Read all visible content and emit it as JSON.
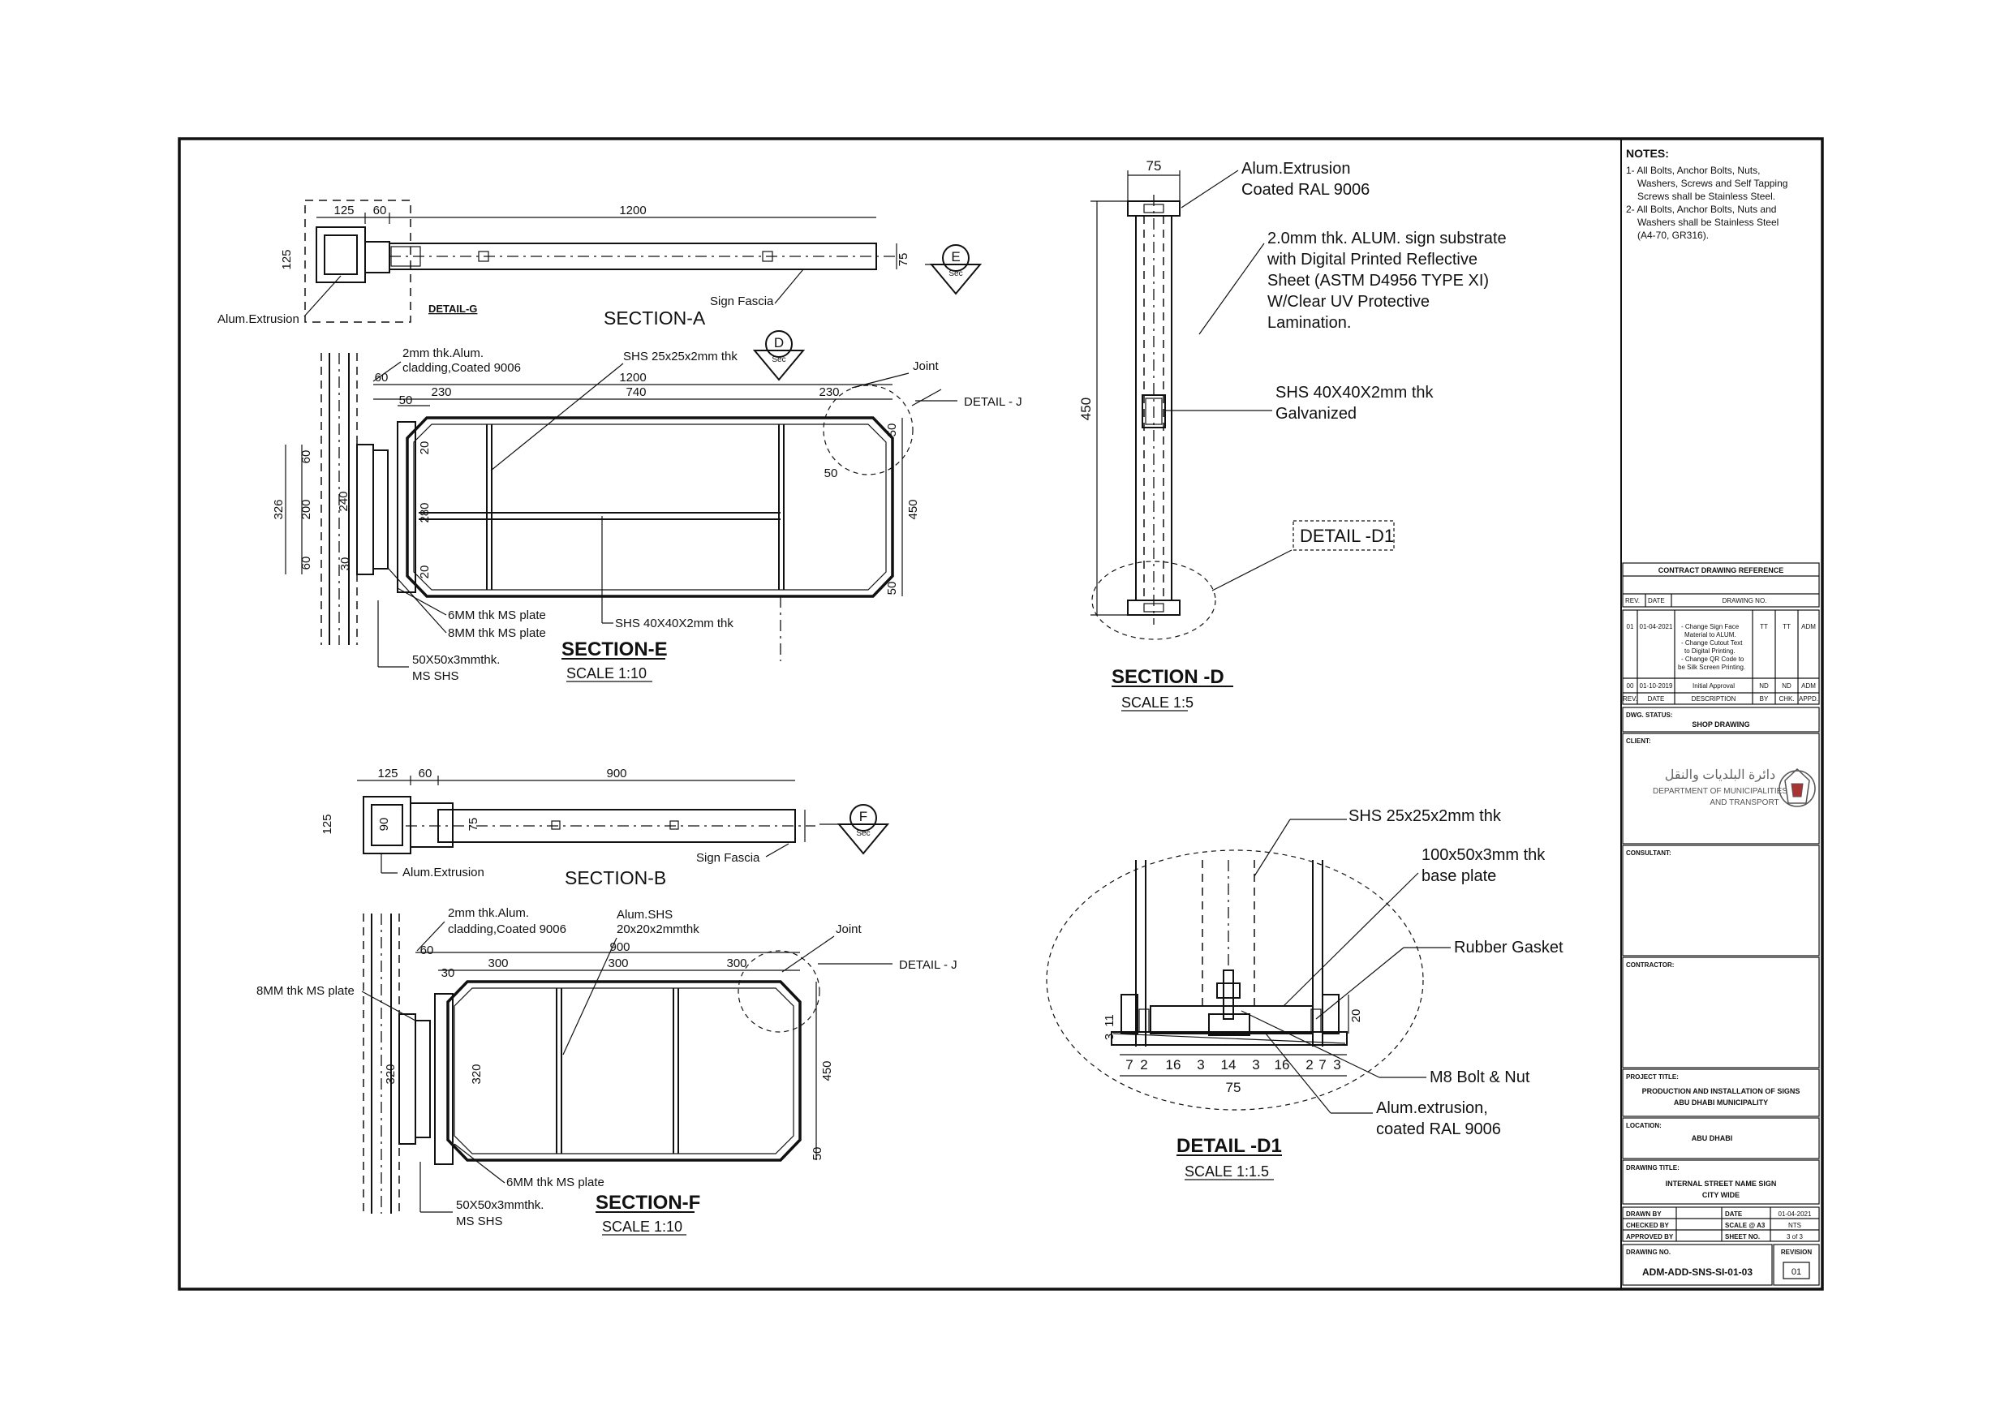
{
  "notes": {
    "heading": "NOTES:",
    "lines": [
      "1- All Bolts, Anchor Bolts, Nuts,",
      "Washers, Screws and Self Tapping",
      "Screws shall be Stainless Steel.",
      "2- All Bolts, Anchor Bolts, Nuts and",
      "Washers shall be Stainless Steel",
      "(A4-70, GR316)."
    ]
  },
  "section_a": {
    "title": "SECTION-A",
    "dims": {
      "d125": "125",
      "d60": "60",
      "d1200": "1200",
      "d125v": "125",
      "d75": "75"
    },
    "labels": {
      "alum_extrusion": "Alum.Extrusion",
      "detail_g": "DETAIL-G",
      "sign_fascia": "Sign Fascia",
      "marker_letter": "E",
      "marker_sub": "Sec"
    }
  },
  "section_e": {
    "title": "SECTION-E",
    "scale": "SCALE 1:10",
    "dims": {
      "d60": "60",
      "d1200": "1200",
      "d230a": "230",
      "d740": "740",
      "d230b": "230",
      "d50a": "50",
      "d50b": "50",
      "d50c": "50",
      "d50d": "50",
      "d326": "326",
      "d200": "200",
      "d240": "240",
      "d60a": "60",
      "d60b": "60",
      "d20a": "20",
      "d20b": "20",
      "d280": "280",
      "d30": "30",
      "d450": "450"
    },
    "labels": {
      "cladding_1": "2mm thk.Alum.",
      "cladding_2": "cladding,Coated 9006",
      "shs25": "SHS 25x25x2mm thk",
      "joint": "Joint",
      "detail_j": "DETAIL - J",
      "plate1": "6MM thk MS plate",
      "plate2": "8MM thk MS plate",
      "shs40": "SHS 40X40X2mm thk",
      "shs50_1": "50X50x3mmthk.",
      "shs50_2": "MS SHS",
      "marker_letter": "D",
      "marker_sub": "Sec"
    }
  },
  "section_b": {
    "title": "SECTION-B",
    "dims": {
      "d125": "125",
      "d60": "60",
      "d900": "900",
      "d125v": "125",
      "d90": "90",
      "d75": "75"
    },
    "labels": {
      "alum_extrusion": "Alum.Extrusion",
      "sign_fascia": "Sign Fascia",
      "marker_letter": "F",
      "marker_sub": "Sec"
    }
  },
  "section_f": {
    "title": "SECTION-F",
    "scale": "SCALE 1:10",
    "dims": {
      "d60": "60",
      "d900": "900",
      "d30": "30",
      "d300a": "300",
      "d300b": "300",
      "d300c": "300",
      "d320a": "320",
      "d320b": "320",
      "d450": "450",
      "d50": "50"
    },
    "labels": {
      "cladding_1": "2mm thk.Alum.",
      "cladding_2": "cladding,Coated 9006",
      "alum_shs_1": "Alum.SHS",
      "alum_shs_2": "20x20x2mmthk",
      "joint": "Joint",
      "detail_j": "DETAIL - J",
      "plate8": "8MM thk MS plate",
      "plate6": "6MM thk MS plate",
      "shs50_1": "50X50x3mmthk.",
      "shs50_2": "MS SHS"
    }
  },
  "section_d": {
    "title": "SECTION -D",
    "scale": "SCALE 1:5",
    "dims": {
      "d75": "75",
      "d450": "450"
    },
    "labels": {
      "extr_1": "Alum.Extrusion",
      "extr_2": "Coated RAL 9006",
      "sub_1": "2.0mm thk. ALUM. sign substrate",
      "sub_2": "with Digital Printed Reflective",
      "sub_3": "Sheet (ASTM D4956 TYPE XI)",
      "sub_4": "W/Clear UV Protective",
      "sub_5": "Lamination.",
      "shs_1": "SHS 40X40X2mm thk",
      "shs_2": "Galvanized",
      "detail_d1": "DETAIL -D1"
    }
  },
  "detail_d1": {
    "title": "DETAIL -D1",
    "scale": "SCALE 1:1.5",
    "dims": {
      "d3": "3",
      "d11": "11",
      "d20": "20",
      "d75": "75",
      "row": [
        "7",
        "2",
        "16",
        "3",
        "14",
        "3",
        "16",
        "2",
        "7",
        "3"
      ]
    },
    "labels": {
      "shs25": "SHS 25x25x2mm thk",
      "base_1": "100x50x3mm thk",
      "base_2": "base plate",
      "gasket": "Rubber Gasket",
      "bolt": "M8 Bolt & Nut",
      "extr_1": "Alum.extrusion,",
      "extr_2": "coated RAL 9006"
    }
  },
  "title_block": {
    "contract_ref": "CONTRACT DRAWING REFERENCE",
    "rev": "REV.",
    "date": "DATE",
    "drawing_no_hdr": "DRAWING NO.",
    "revisions": [
      {
        "rev": "01",
        "date": "01-04-2021",
        "desc": [
          "- Change Sign Face",
          "Material to ALUM.",
          "- Change Cutout Text",
          "to Digital Printing.",
          "- Change QR Code to",
          "be Silk Screen Printing."
        ],
        "by": "TT",
        "chk": "TT",
        "appd": "ADM"
      },
      {
        "rev": "00",
        "date": "01-10-2019",
        "desc": [
          "Initial Approval"
        ],
        "by": "ND",
        "chk": "ND",
        "appd": "ADM"
      }
    ],
    "rev_hdr": [
      "REV.",
      "DATE",
      "DESCRIPTION",
      "BY",
      "CHK.",
      "APPD."
    ],
    "status_label": "DWG. STATUS:",
    "status": "SHOP DRAWING",
    "client_label": "CLIENT:",
    "client_arabic": "دائرة البلديات والنقل",
    "client_en_1": "DEPARTMENT OF MUNICIPALITIES",
    "client_en_2": "AND TRANSPORT",
    "consultant_label": "CONSULTANT:",
    "contractor_label": "CONTRACTOR:",
    "project_label": "PROJECT TITLE:",
    "project_1": "PRODUCTION AND INSTALLATION OF SIGNS",
    "project_2": "ABU DHABI MUNICIPALITY",
    "location_label": "LOCATION:",
    "location": "ABU DHABI",
    "drawing_title_label": "DRAWING TITLE:",
    "drawing_title_1": "INTERNAL STREET NAME SIGN",
    "drawing_title_2": "CITY WIDE",
    "drawn_by": "DRAWN BY",
    "checked_by": "CHECKED BY",
    "approved_by": "APPROVED BY",
    "date_label": "DATE",
    "date_value": "01-04-2021",
    "scale_label": "SCALE @ A3",
    "scale_value": "NTS",
    "sheet_label": "SHEET NO.",
    "sheet_value": "3 of 3",
    "drawing_no_label": "DRAWING NO.",
    "drawing_no": "ADM-ADD-SNS-SI-01-03",
    "revision_label": "REVISION",
    "revision": "01"
  }
}
